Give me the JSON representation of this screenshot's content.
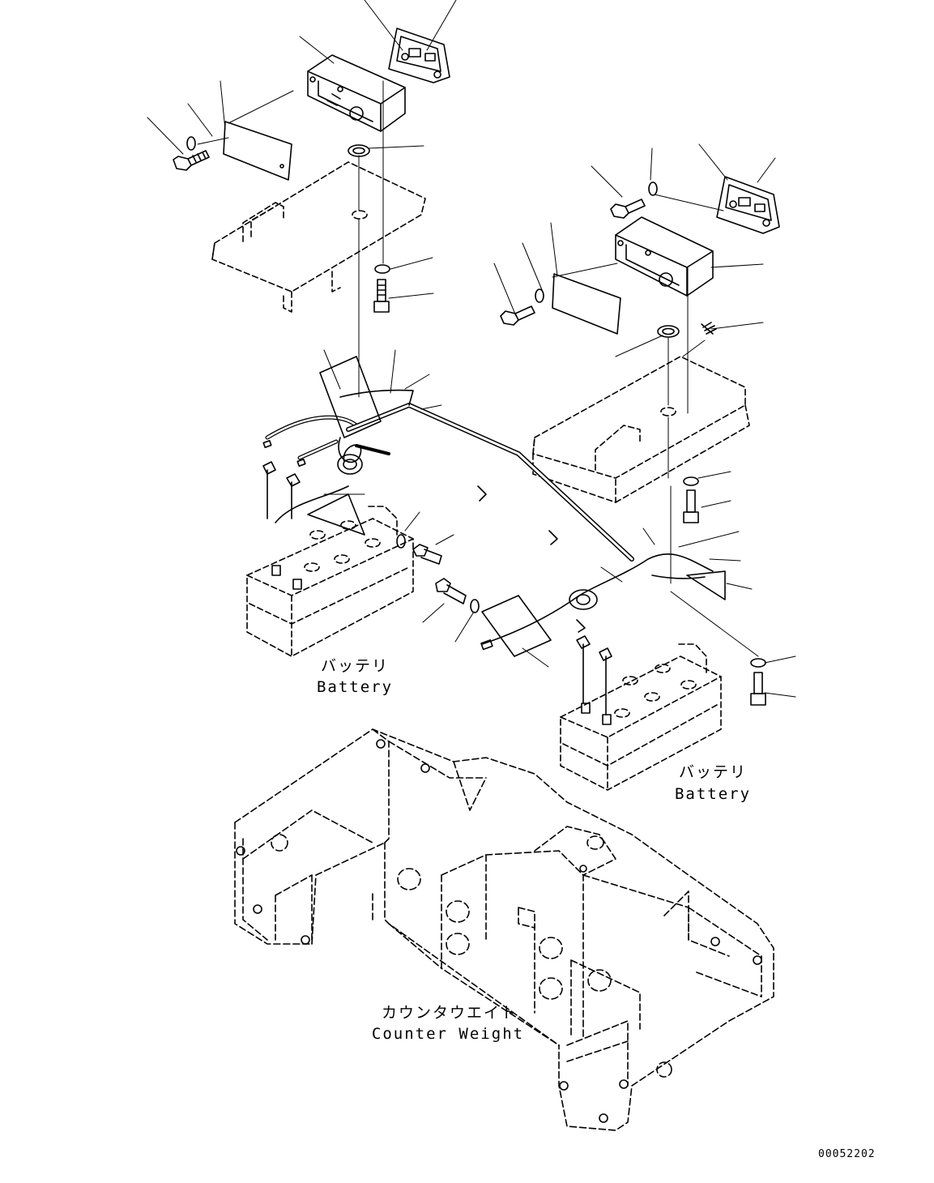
{
  "labels": {
    "battery_left_jp": "バッテリ",
    "battery_left_en": "Battery",
    "battery_right_jp": "バッテリ",
    "battery_right_en": "Battery",
    "counterweight_jp": "カウンタウエイト",
    "counterweight_en": "Counter Weight"
  },
  "drawing_number": "00052202"
}
